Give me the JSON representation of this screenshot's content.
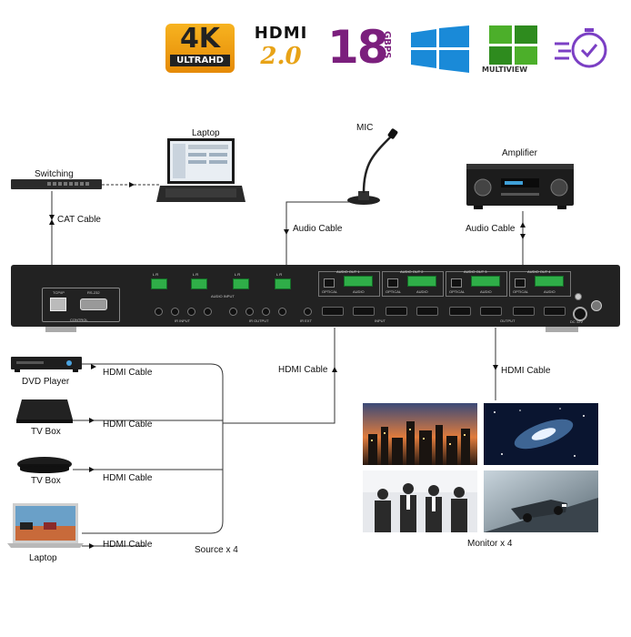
{
  "badges": {
    "k4_big": "4K",
    "k4_sub": "ULTRAHD",
    "hdmi_top": "HDMI",
    "hdmi_version": "2.0",
    "gbps_number": "18",
    "gbps_unit": "GBPS",
    "multiview": "MULTIVIEW"
  },
  "labels": {
    "laptop_top": "Laptop",
    "mic": "MIC",
    "amplifier": "Amplifier",
    "switching": "Switching",
    "cat_cable": "CAT Cable",
    "audio_cable_left": "Audio Cable",
    "audio_cable_right": "Audio Cable",
    "hdmi_cable_in": "HDMI Cable",
    "hdmi_cable_out": "HDMI Cable",
    "dvd_player": "DVD Player",
    "tv_box_1": "TV Box",
    "tv_box_2": "TV Box",
    "laptop_bottom": "Laptop",
    "hdmi_cable_dvd": "HDMI Cable",
    "hdmi_cable_tvbox1": "HDMI Cable",
    "hdmi_cable_tvbox2": "HDMI Cable",
    "hdmi_cable_laptop": "HDMI Cable",
    "source_count": "Source x 4",
    "monitor_count": "Monitor x 4"
  },
  "panel": {
    "control_label": "CONTROL",
    "tcpip": "TCP/IP",
    "rs232": "RS-232",
    "audio_input": "AUDIO INPUT",
    "ir_input": "IR INPUT",
    "ir_output": "IR OUTPUT",
    "ir_ext": "IR EXT",
    "input": "INPUT",
    "output": "OUTPUT",
    "audio_out_1": "AUDIO OUT 1",
    "audio_out_2": "AUDIO OUT 2",
    "audio_out_3": "AUDIO OUT 3",
    "audio_out_4": "AUDIO OUT 4",
    "optical": "OPTICAL",
    "audio": "AUDIO",
    "dc": "DC 12V",
    "lr": "L  R"
  },
  "colors": {
    "gold": "#f0a014",
    "purple": "#7b1f7d",
    "windows_blue": "#1a8ad8",
    "multiview_green": "#3a9a2a",
    "device_dark": "#1e1e1e",
    "terminal_green": "#2fae48"
  }
}
